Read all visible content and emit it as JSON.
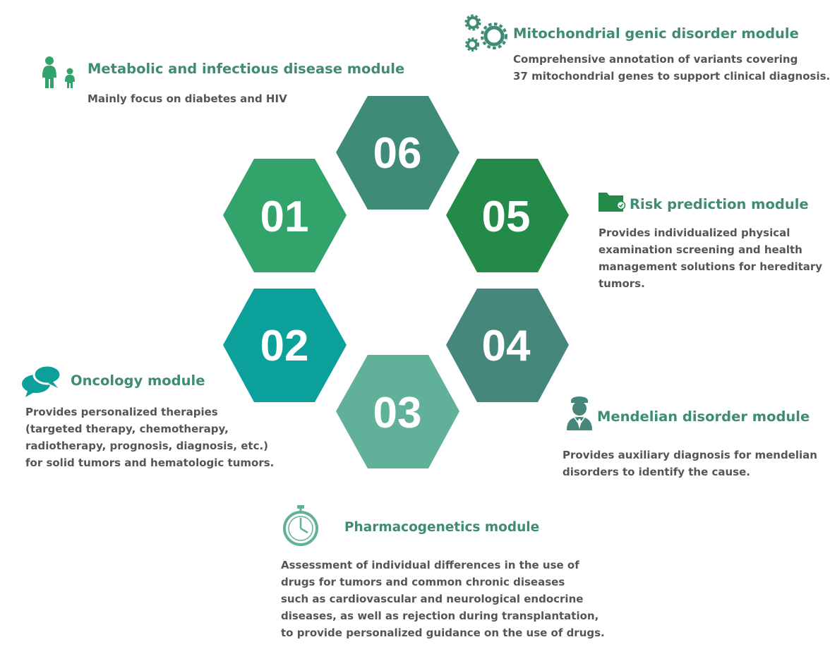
{
  "hexagons": [
    {
      "id": "06",
      "label": "06",
      "color": "#3e8c78"
    },
    {
      "id": "01",
      "label": "01",
      "color": "#33a36c"
    },
    {
      "id": "05",
      "label": "05",
      "color": "#238a4a"
    },
    {
      "id": "02",
      "label": "02",
      "color": "#0ca09b"
    },
    {
      "id": "04",
      "label": "04",
      "color": "#45877a"
    },
    {
      "id": "03",
      "label": "03",
      "color": "#61b09a"
    }
  ],
  "modules": {
    "metabolic": {
      "title": "Metabolic and infectious disease module",
      "icon": "family-icon",
      "desc": [
        "Mainly focus on diabetes and HIV"
      ]
    },
    "mitochondrial": {
      "title": "Mitochondrial genic disorder module",
      "icon": "gears-icon",
      "desc": [
        "Comprehensive annotation of variants covering",
        "37 mitochondrial genes to support clinical diagnosis."
      ]
    },
    "risk": {
      "title": "Risk prediction module",
      "icon": "folder-check-icon",
      "desc": [
        "Provides individualized physical",
        "examination screening and health",
        "management solutions for hereditary",
        "tumors."
      ]
    },
    "oncology": {
      "title": "Oncology module",
      "icon": "chat-bubbles-icon",
      "desc": [
        "Provides personalized therapies",
        "(targeted therapy, chemotherapy,",
        "radiotherapy, prognosis, diagnosis, etc.)",
        "for solid tumors and hematologic tumors."
      ]
    },
    "mendelian": {
      "title": "Mendelian disorder module",
      "icon": "doctor-icon",
      "desc": [
        "Provides auxiliary diagnosis for mendelian",
        "disorders to identify the cause."
      ]
    },
    "pharmaco": {
      "title": "Pharmacogenetics module",
      "icon": "stopwatch-icon",
      "desc": [
        "Assessment of individual differences in the use of",
        "drugs for tumors and common chronic diseases",
        "such as cardiovascular and neurological endocrine",
        "diseases, as well as rejection during transplantation,",
        "to provide personalized guidance on the use of drugs."
      ]
    }
  }
}
